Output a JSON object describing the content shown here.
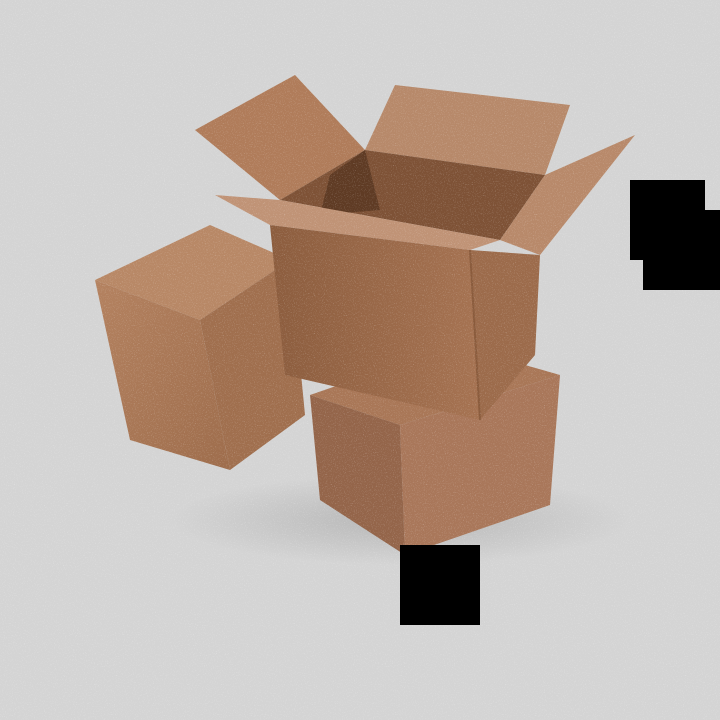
{
  "scene": {
    "background_color": "#d4d4d4",
    "cardboard_light": "#b07e5c",
    "cardboard_mid": "#9a6a4a",
    "cardboard_dark": "#7a4e33",
    "occlusion_color": "#000000",
    "objects": [
      "cardboard-box-open",
      "cardboard-box-left",
      "cardboard-box-bottom"
    ]
  }
}
